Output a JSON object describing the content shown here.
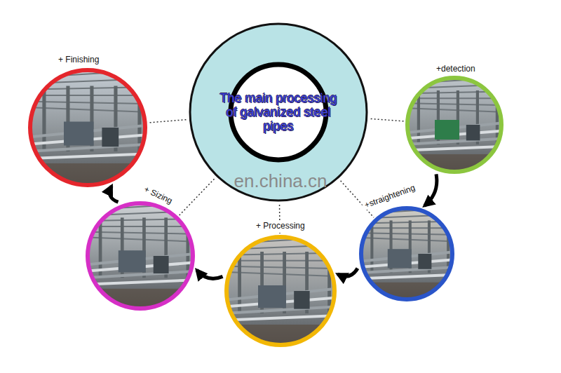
{
  "diagram": {
    "nodes": [
      {
        "text": [
          "The main processing of galvanized steel pipes"
        ]
      },
      {
        "text": [
          "+ Finishing"
        ]
      },
      {
        "text": [
          "+detection"
        ]
      },
      {
        "text": [
          "+straightening"
        ]
      },
      {
        "text": [
          "+ Processing"
        ]
      },
      {
        "text": [
          "+ Sizing"
        ]
      }
    ],
    "edges": [
      {
        "from": 2,
        "to": 3,
        "arrow": "to"
      },
      {
        "from": 3,
        "to": 4,
        "arrow": "to"
      },
      {
        "from": 4,
        "to": 5,
        "arrow": "to"
      },
      {
        "from": 5,
        "to": 1,
        "arrow": "to"
      },
      {
        "from": 0,
        "to": 1,
        "arrow": "none"
      },
      {
        "from": 0,
        "to": 2,
        "arrow": "none"
      },
      {
        "from": 0,
        "to": 3,
        "arrow": "none"
      },
      {
        "from": 0,
        "to": 4,
        "arrow": "none"
      },
      {
        "from": 0,
        "to": 5,
        "arrow": "none"
      }
    ],
    "labels": [
      "en.china.cn"
    ]
  }
}
